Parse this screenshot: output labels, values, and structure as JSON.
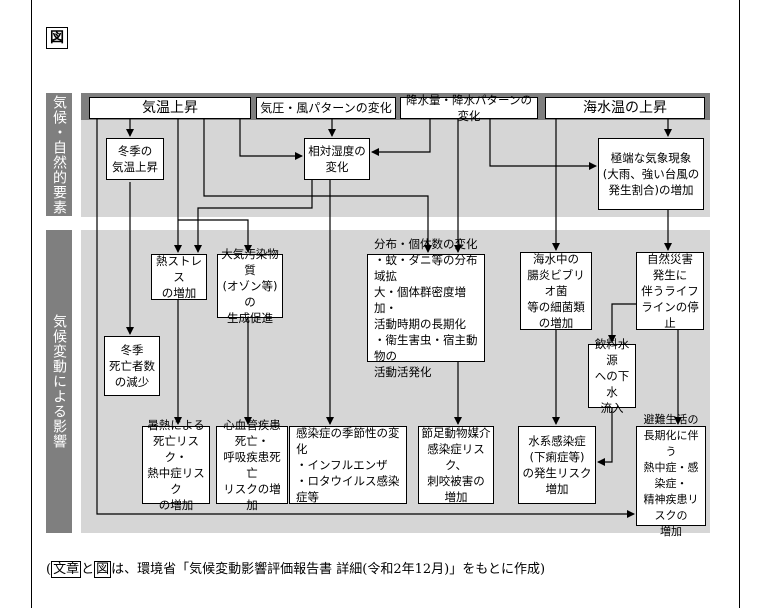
{
  "figure_label": "図",
  "side_labels": {
    "top": "気候・自然的要素",
    "bottom": "気候変動による影響"
  },
  "boxes": {
    "temp_rise": "気温上昇",
    "pressure_wind": "気圧・風パターンの変化",
    "precip": "降水量・降水パターンの変化",
    "sea_temp": "海水温の上昇",
    "winter_temp": "冬季の\n気温上昇",
    "humidity": "相対湿度の\n変化",
    "extreme": "極端な気象現象\n(大雨、強い台風の\n発生割合)の増加",
    "heat_stress": "熱ストレス\nの増加",
    "air_pollutant": "大気汚染物質\n(オゾン等)の\n生成促進",
    "distribution": "分布・個体数の変化\n・蚊・ダニ等の分布域拡\n大・個体群密度増加・\n活動時期の長期化\n・衛生害虫・宿主動物の\n活動活発化",
    "vibrio": "海水中の\n腸炎ビブリオ菌\n等の細菌類\nの増加",
    "disaster": "自然災害\n発生に\n伴うライフ\nラインの停止",
    "winter_death": "冬季\n死亡者数\nの減少",
    "water_source": "飲料水源\nへの下水\n流入",
    "heatstroke": "暑熱による\n死亡リスク・\n熱中症リスク\nの増加",
    "cardio": "心血管疾患\n死亡・\n呼吸疾患死亡\nリスクの増加",
    "infection_season": "感染症の季節性の変化\n・インフルエンザ\n・ロタウイルス感染症等",
    "arthropod": "節足動物媒介\n感染症リスク、\n刺咬被害の\n増加",
    "waterborne": "水系感染症\n(下痢症等)\nの発生リスク\n増加",
    "evacuation": "避難生活の\n長期化に伴う\n熱中症・感染症・\n精神疾患リスクの\n増加"
  },
  "caption": {
    "open": "(",
    "word1": "文章",
    "mid1": "と",
    "word2": "図",
    "rest": "は、環境省「気候変動影響評価報告書 詳細(令和2年12月)」をもとに作成)"
  }
}
